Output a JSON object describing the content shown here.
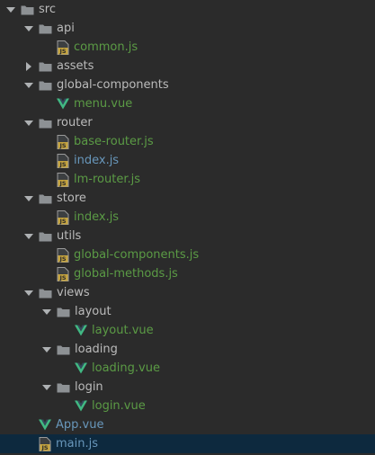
{
  "tree": [
    {
      "label": "src",
      "depth": 0,
      "kind": "folder",
      "expanded": true
    },
    {
      "label": "api",
      "depth": 1,
      "kind": "folder",
      "expanded": true
    },
    {
      "label": "common.js",
      "depth": 2,
      "kind": "js",
      "color": "#5b9b45"
    },
    {
      "label": "assets",
      "depth": 1,
      "kind": "folder",
      "expanded": false
    },
    {
      "label": "global-components",
      "depth": 1,
      "kind": "folder",
      "expanded": true
    },
    {
      "label": "menu.vue",
      "depth": 2,
      "kind": "vue",
      "color": "#5b9b45"
    },
    {
      "label": "router",
      "depth": 1,
      "kind": "folder",
      "expanded": true
    },
    {
      "label": "base-router.js",
      "depth": 2,
      "kind": "js",
      "color": "#5b9b45"
    },
    {
      "label": "index.js",
      "depth": 2,
      "kind": "js",
      "color": "#6897bb"
    },
    {
      "label": "lm-router.js",
      "depth": 2,
      "kind": "js",
      "color": "#5b9b45"
    },
    {
      "label": "store",
      "depth": 1,
      "kind": "folder",
      "expanded": true
    },
    {
      "label": "index.js",
      "depth": 2,
      "kind": "js",
      "color": "#5b9b45"
    },
    {
      "label": "utils",
      "depth": 1,
      "kind": "folder",
      "expanded": true
    },
    {
      "label": "global-components.js",
      "depth": 2,
      "kind": "js",
      "color": "#5b9b45"
    },
    {
      "label": "global-methods.js",
      "depth": 2,
      "kind": "js",
      "color": "#5b9b45"
    },
    {
      "label": "views",
      "depth": 1,
      "kind": "folder",
      "expanded": true
    },
    {
      "label": "layout",
      "depth": 2,
      "kind": "folder",
      "expanded": true
    },
    {
      "label": "layout.vue",
      "depth": 3,
      "kind": "vue",
      "color": "#5b9b45"
    },
    {
      "label": "loading",
      "depth": 2,
      "kind": "folder",
      "expanded": true
    },
    {
      "label": "loading.vue",
      "depth": 3,
      "kind": "vue",
      "color": "#5b9b45"
    },
    {
      "label": "login",
      "depth": 2,
      "kind": "folder",
      "expanded": true
    },
    {
      "label": "login.vue",
      "depth": 3,
      "kind": "vue",
      "color": "#5b9b45"
    },
    {
      "label": "App.vue",
      "depth": 1,
      "kind": "vue",
      "color": "#6897bb"
    },
    {
      "label": "main.js",
      "depth": 1,
      "kind": "js",
      "color": "#6897bb",
      "selected": true
    }
  ],
  "colors": {
    "background": "#2b2b2b",
    "folder_text": "#bbbbbb",
    "folder_icon": "#8d9194",
    "arrow": "#aeb1b3",
    "vue_icon": "#41b883",
    "js_icon": "#c4a33e",
    "selection": "#0d293e"
  }
}
